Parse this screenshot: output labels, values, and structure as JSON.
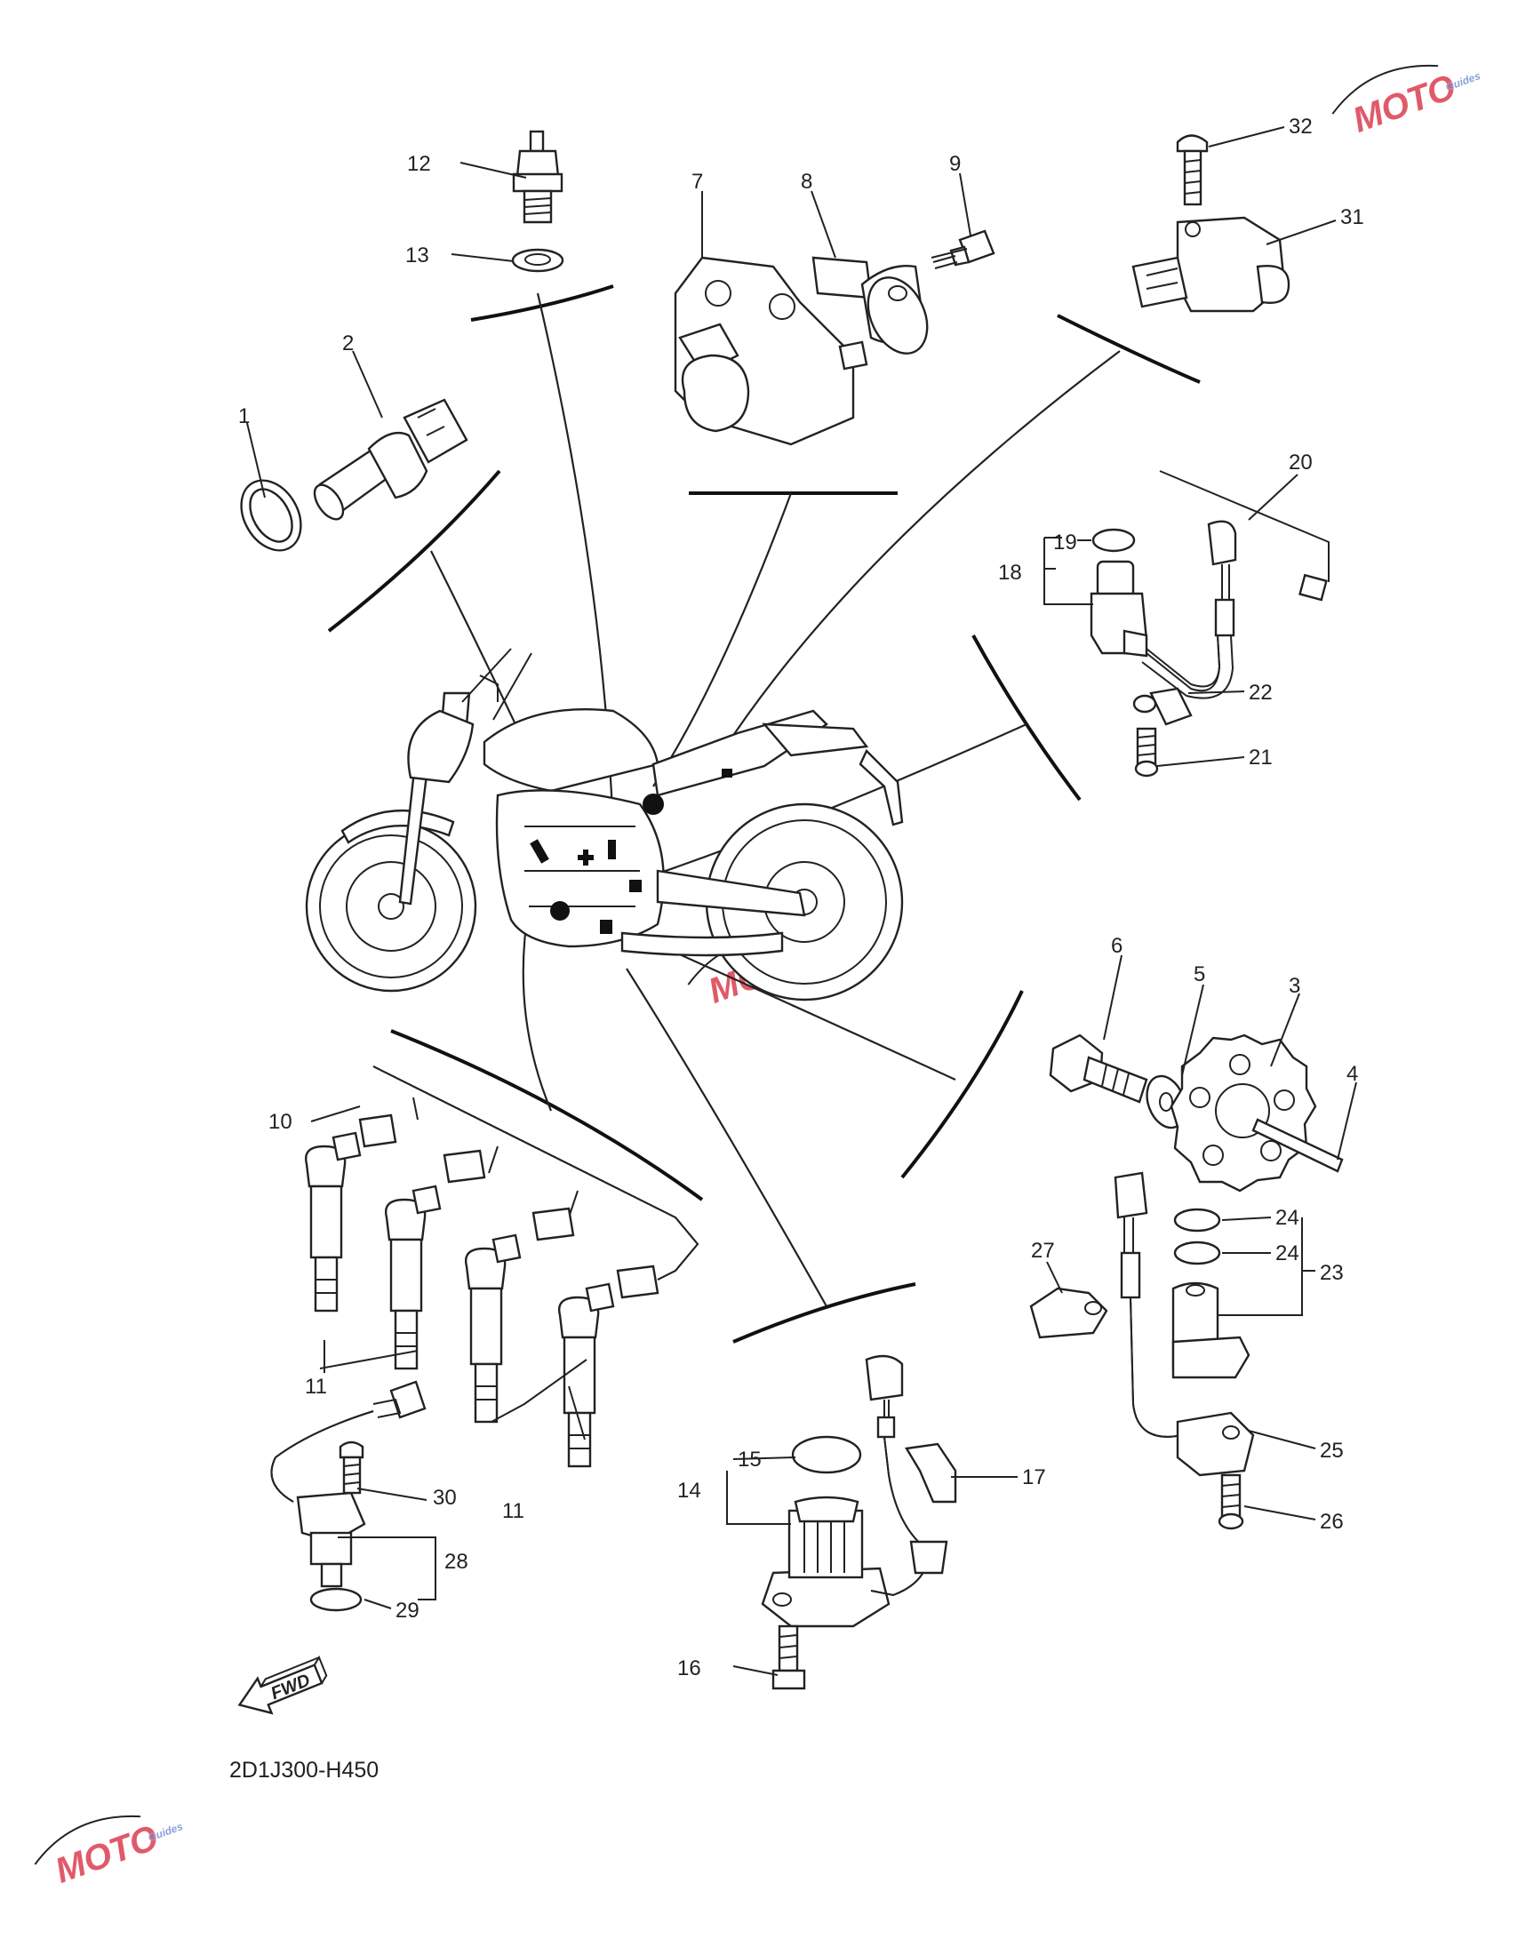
{
  "diagram": {
    "code": "2D1J300-H450",
    "fwd_label": "FWD",
    "watermark_text": "MOTO",
    "watermark_sub": "Guides",
    "accent_color": "#e05a6a",
    "watermark_blue": "#8aa0d8",
    "part_numbers": [
      "1",
      "2",
      "3",
      "4",
      "5",
      "6",
      "7",
      "8",
      "9",
      "10",
      "11",
      "11",
      "11",
      "12",
      "13",
      "14",
      "15",
      "16",
      "17",
      "18",
      "19",
      "20",
      "21",
      "22",
      "23",
      "24",
      "24",
      "25",
      "26",
      "27",
      "28",
      "29",
      "30",
      "31",
      "32"
    ]
  }
}
